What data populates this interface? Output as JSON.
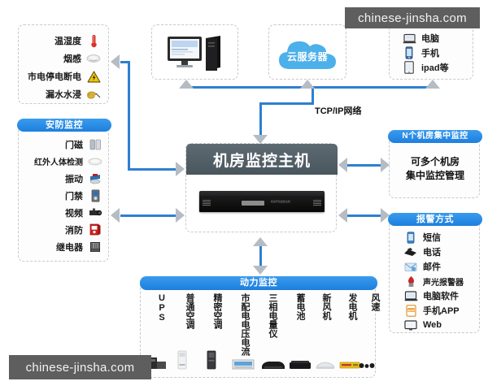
{
  "watermarks": {
    "top": "chinese-jinsha.com",
    "bottom": "chinese-jinsha.com"
  },
  "host": {
    "title": "机房监控主机"
  },
  "network": {
    "label": "TCP/IP网络"
  },
  "cloud": {
    "label": "云服务器"
  },
  "environment": {
    "items": [
      {
        "label": "温湿度",
        "icon": "thermometer-icon"
      },
      {
        "label": "烟感",
        "icon": "smoke-detector-icon"
      },
      {
        "label": "市电停电断电",
        "icon": "electric-hazard-icon"
      },
      {
        "label": "漏水水浸",
        "icon": "water-leak-icon"
      }
    ]
  },
  "security": {
    "header": "安防监控",
    "items": [
      {
        "label": "门磁",
        "icon": "door-contact-icon"
      },
      {
        "label": "红外人体检测",
        "icon": "infrared-sensor-icon"
      },
      {
        "label": "振动",
        "icon": "vibration-sensor-icon"
      },
      {
        "label": "门禁",
        "icon": "access-control-icon"
      },
      {
        "label": "视频",
        "icon": "camera-icon"
      },
      {
        "label": "消防",
        "icon": "fire-alarm-icon"
      },
      {
        "label": "继电器",
        "icon": "relay-icon"
      }
    ]
  },
  "terminals": {
    "items": [
      {
        "label": "电脑",
        "icon": "laptop-icon"
      },
      {
        "label": "手机",
        "icon": "mobile-phone-icon"
      },
      {
        "label": "ipad等",
        "icon": "tablet-icon"
      }
    ]
  },
  "multiroom": {
    "header": "N个机房集中监控",
    "body_line1": "可多个机房",
    "body_line2": "集中监控管理"
  },
  "alarm": {
    "header": "报警方式",
    "items": [
      {
        "label": "短信",
        "icon": "sms-icon"
      },
      {
        "label": "电话",
        "icon": "telephone-icon"
      },
      {
        "label": "邮件",
        "icon": "email-icon"
      },
      {
        "label": "声光报警器",
        "icon": "siren-icon"
      },
      {
        "label": "电脑软件",
        "icon": "desktop-software-icon"
      },
      {
        "label": "手机APP",
        "icon": "mobile-app-icon"
      },
      {
        "label": "Web",
        "icon": "web-monitor-icon"
      }
    ]
  },
  "power": {
    "header": "动力监控",
    "items": [
      {
        "label": "UPS",
        "icon": "ups-icon"
      },
      {
        "label": "普通空调",
        "icon": "air-conditioner-icon"
      },
      {
        "label": "精密空调",
        "icon": "precision-ac-icon"
      },
      {
        "label": "市配电电压电流",
        "icon": "power-distribution-icon"
      },
      {
        "label": "三相电量仪",
        "icon": "three-phase-meter-icon"
      },
      {
        "label": "蓄电池",
        "icon": "battery-icon"
      },
      {
        "label": "新风机",
        "icon": "fresh-air-fan-icon"
      },
      {
        "label": "发电机",
        "icon": "generator-icon"
      },
      {
        "label": "风速",
        "icon": "anemometer-icon"
      }
    ]
  },
  "workstation": {
    "icon": "desktop-computer-icon"
  },
  "colors": {
    "header_blue": "#2b8fe8",
    "line_blue": "#2f7fd0",
    "arrow_grey": "#b6bcc4",
    "host_grey": "#4f5b63",
    "cloud_blue": "#4cb0ea"
  }
}
